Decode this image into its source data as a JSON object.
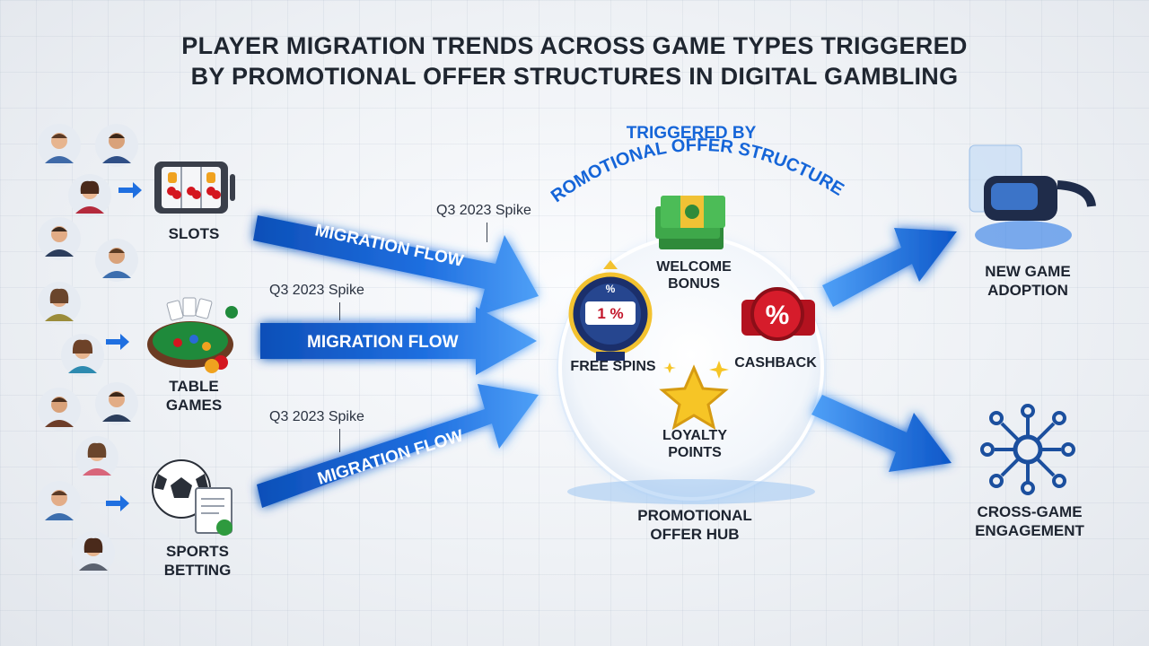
{
  "title": {
    "line1": "PLAYER MIGRATION TRENDS ACROSS GAME TYPES TRIGGERED",
    "line2": "BY PROMOTIONAL OFFER STRUCTURES IN DIGITAL GAMBLING"
  },
  "sources": [
    {
      "label": "SLOTS"
    },
    {
      "label_line1": "TABLE",
      "label_line2": "GAMES"
    },
    {
      "label_line1": "SPORTS",
      "label_line2": "BETTING"
    }
  ],
  "flows": {
    "label": "MIGRATION FLOW",
    "spike": "Q3 2023 Spike"
  },
  "hub": {
    "trigger_line1": "TRIGGERED BY",
    "trigger_line2": "PROMOTIONAL OFFER STRUCTURES",
    "welcome_line1": "WELCOME",
    "welcome_line2": "BONUS",
    "free_spins": "FREE SPINS",
    "cashback": "CASHBACK",
    "loyalty_line1": "LOYALTY",
    "loyalty_line2": "POINTS",
    "wheel_text": "1 %",
    "wheel_top": "%",
    "cashback_symbol": "%",
    "name_line1": "PROMOTIONAL",
    "name_line2": "OFFER HUB"
  },
  "outcomes": {
    "adoption_line1": "NEW GAME",
    "adoption_line2": "ADOPTION",
    "engagement_line1": "CROSS-GAME",
    "engagement_line2": "ENGAGEMENT"
  },
  "colors": {
    "accent": "#1565d8",
    "arrow_light": "#3d8ef0",
    "arrow_dark": "#0d4fb8",
    "text": "#1d2430"
  }
}
